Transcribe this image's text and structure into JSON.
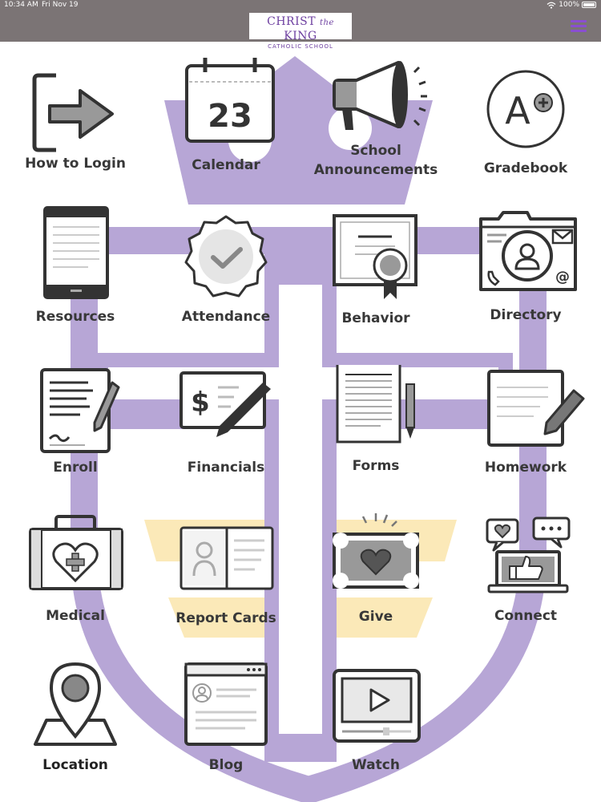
{
  "status_bar": {
    "time": "10:34 AM",
    "date": "Fri Nov 19",
    "battery": "100%"
  },
  "header": {
    "logo_line1_a": "CHRIST",
    "logo_line1_b": "the",
    "logo_line1_c": "KING",
    "logo_line2": "CATHOLIC SCHOOL"
  },
  "tiles": {
    "how_to_login": "How to Login",
    "calendar": "Calendar",
    "calendar_day": "23",
    "announcements": "School Announcements",
    "gradebook": "Gradebook",
    "gradebook_glyph": "A",
    "resources": "Resources",
    "attendance": "Attendance",
    "behavior": "Behavior",
    "directory": "Directory",
    "enroll": "Enroll",
    "financials": "Financials",
    "financials_glyph": "$",
    "forms": "Forms",
    "homework": "Homework",
    "medical": "Medical",
    "report_cards": "Report Cards",
    "give": "Give",
    "connect": "Connect",
    "location": "Location",
    "blog": "Blog",
    "watch": "Watch"
  },
  "colors": {
    "bar": "#7b7475",
    "brand_purple": "#6d3fa0",
    "crest_lavender": "#b7a6d6",
    "crest_yellow": "#fbe9b8",
    "icon_stroke": "#333333"
  }
}
